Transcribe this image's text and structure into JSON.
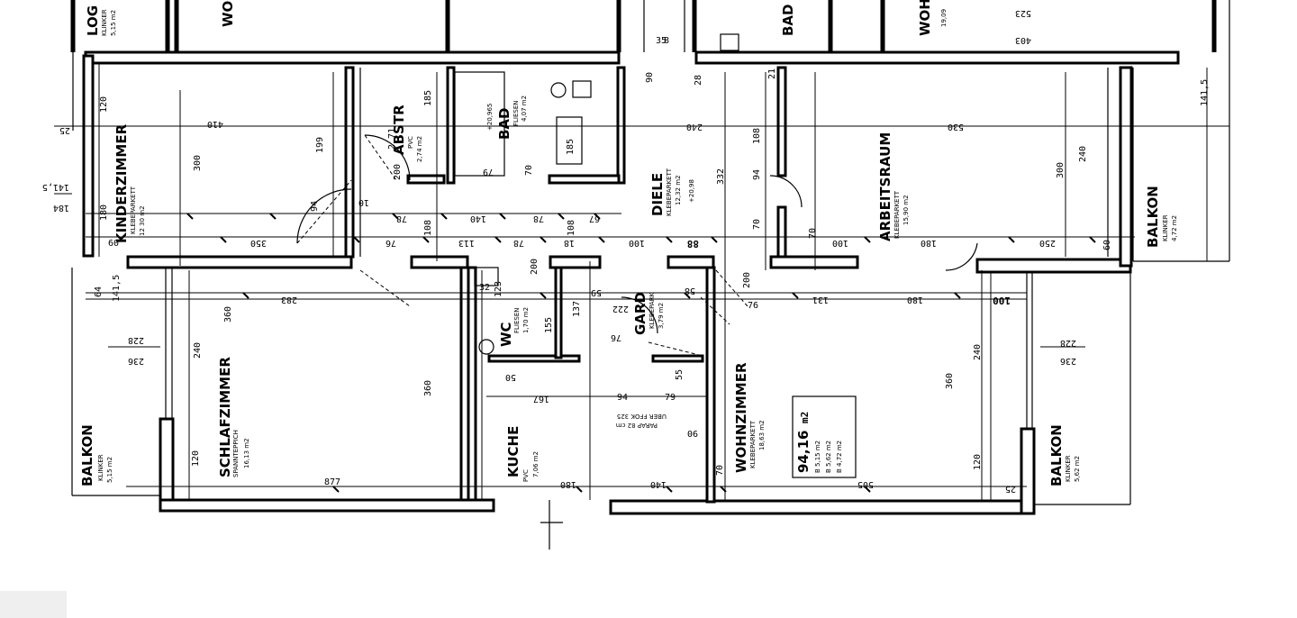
{
  "rooms": [
    {
      "id": "kinderzimmer",
      "name": "KINDERZIMMER",
      "floor": "KLEBEPARKETT",
      "area": "12 30 m2"
    },
    {
      "id": "schlafzimmer",
      "name": "SCHLAFZIMMER",
      "floor": "SPANNTEPPICH",
      "area": "16,13 m2"
    },
    {
      "id": "balkon-left",
      "name": "BALKON",
      "floor": "KLINKER",
      "area": "5,15 m2"
    },
    {
      "id": "abstr",
      "name": "ABSTR",
      "floor": "PVC",
      "area": "2,74 m2"
    },
    {
      "id": "bad",
      "name": "BAD",
      "floor": "FLIESEN",
      "area": "4,07 m2"
    },
    {
      "id": "diele",
      "name": "DIELE",
      "floor": "KLEBEPARKETT",
      "area": "12,32 m2"
    },
    {
      "id": "arbeitsraum",
      "name": "ARBEITSRAUM",
      "floor": "KLEBEPARKETT",
      "area": "15,90 m2"
    },
    {
      "id": "balkon-right-top",
      "name": "BALKON",
      "floor": "KLINKER",
      "area": "4,72 m2"
    },
    {
      "id": "wc",
      "name": "WC",
      "floor": "FLIESEN",
      "area": "1,70 m2"
    },
    {
      "id": "gard",
      "name": "GARD",
      "floor": "KLEBEPARK",
      "area": "3,79 m2"
    },
    {
      "id": "kuche",
      "name": "KUCHE",
      "floor": "PVC",
      "area": "7,06 m2"
    },
    {
      "id": "wohnzimmer",
      "name": "WOHNZIMMER",
      "floor": "KLEBEPARKETT",
      "area": "18,63 m2"
    },
    {
      "id": "balkon-right-bottom",
      "name": "BALKON",
      "floor": "KLINKER",
      "area": "5,62 m2"
    }
  ],
  "top_fragments": {
    "logo": "LOG",
    "logo_sub": "KLINKER",
    "logo_area": "5,15 m2",
    "woh_left": "WO",
    "bad_top": "BAD",
    "woh_right": "WOH",
    "woh_right_area": "19,09"
  },
  "total": {
    "value": "94,16",
    "unit": "m2",
    "lines": [
      "B  5,15 m2",
      "B  5,62 m2",
      "B  4,72 m2"
    ]
  },
  "dimensions": {
    "d120a": "120",
    "d410": "410",
    "d300a": "300",
    "d180a": "180",
    "d60a": "60",
    "d350": "350",
    "d141_5": "141,5",
    "d184": "184",
    "d25a": "25",
    "d64": "64",
    "d1415": "141,5",
    "d228": "228",
    "d236": "236",
    "d360a": "360",
    "d240a": "240",
    "d283": "283",
    "d120b": "120",
    "d877": "877",
    "d199": "199",
    "d185": "185",
    "d200a": "200",
    "d94a": "94",
    "d78a": "78",
    "d108a": "108",
    "d140a": "140",
    "d78b": "78",
    "d108b": "108",
    "d67": "67",
    "d113": "113",
    "d76a": "76",
    "d78c": "78",
    "d18": "18",
    "d100a": "100",
    "d88": "88",
    "d360b": "360",
    "d167": "167",
    "d94b": "94",
    "d79a": "79",
    "d50": "50",
    "d325": "UBER FFOK 325",
    "d82": "PARAP 82 cm",
    "d90": "90",
    "d180b": "180",
    "d140b": "140",
    "d70a": "70",
    "d240b": "240",
    "d332": "332",
    "d108c": "108",
    "d94c": "94",
    "d70b": "70",
    "d70c": "70",
    "d100b": "100",
    "d180c": "180",
    "d250": "250",
    "d60b": "60",
    "d300b": "300",
    "d240c": "240",
    "d530": "530",
    "d131": "131",
    "d180d": "180",
    "d100c": "100",
    "d76b": "76",
    "d360c": "360",
    "d240d": "240",
    "d120c": "120",
    "d505": "505",
    "d228b": "228",
    "d236b": "236",
    "d25b": "25",
    "d523": "523",
    "d403": "403",
    "d141_5b": "141,5",
    "d58": "58",
    "d222": "222",
    "d137": "137",
    "d155": "155",
    "d32": "32",
    "d123": "123",
    "d20965": "+20,965",
    "d2098": "+20,98",
    "d185b": "185",
    "d79b": "79",
    "d70d": "70",
    "d200b": "200",
    "d76c": "76",
    "d59": "59",
    "d21": "21",
    "d28": "28",
    "d35": "35",
    "d8": "8",
    "d200c": "200",
    "d90b": "90",
    "d55": "55",
    "d271": "2 71",
    "d10": "10"
  }
}
